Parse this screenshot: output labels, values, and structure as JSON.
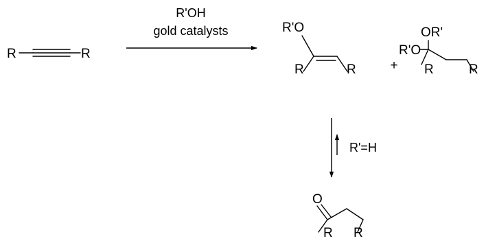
{
  "reactant": {
    "left_r": "R",
    "right_r": "R"
  },
  "forward_arrow": {
    "reagent": "R'OH",
    "catalyst": "gold catalysts"
  },
  "enol_ether": {
    "alkoxy": "R'O",
    "left_r": "R",
    "right_r": "R"
  },
  "plus_sign": "+",
  "acetal": {
    "alkoxy_top": "OR'",
    "alkoxy_left": "R'O",
    "left_r": "R",
    "right_r": "R"
  },
  "hydrolysis_arrow": {
    "condition": "R'=H"
  },
  "ketone": {
    "oxygen": "O",
    "left_r": "R",
    "right_r": "R"
  }
}
